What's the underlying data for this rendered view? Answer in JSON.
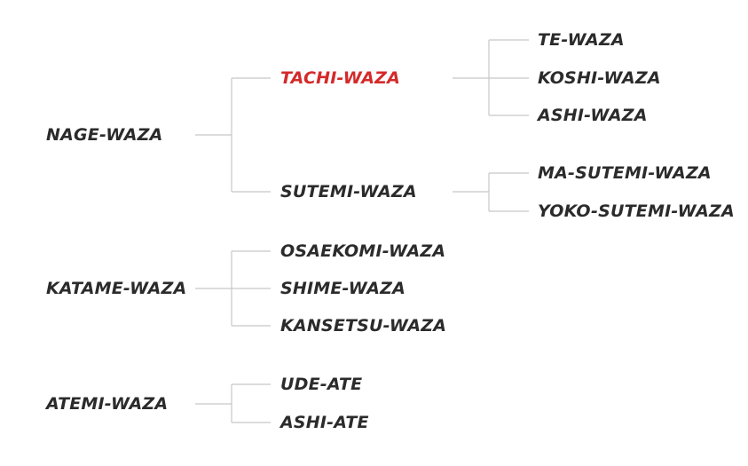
{
  "colors": {
    "text": "#2b2b2b",
    "highlight": "#d42a2a",
    "line": "#c8c8c8",
    "background": "#ffffff"
  },
  "tree": {
    "nage_waza": {
      "label": "NAGE-WAZA",
      "tachi_waza": {
        "label": "TACHI-WAZA",
        "highlighted": true,
        "children": [
          "TE-WAZA",
          "KOSHI-WAZA",
          "ASHI-WAZA"
        ]
      },
      "sutemi_waza": {
        "label": "SUTEMI-WAZA",
        "children": [
          "MA-SUTEMI-WAZA",
          "YOKO-SUTEMI-WAZA"
        ]
      }
    },
    "katame_waza": {
      "label": "KATAME-WAZA",
      "children": [
        "OSAEKOMI-WAZA",
        "SHIME-WAZA",
        "KANSETSU-WAZA"
      ]
    },
    "atemi_waza": {
      "label": "ATEMI-WAZA",
      "children": [
        "UDE-ATE",
        "ASHI-ATE"
      ]
    }
  }
}
